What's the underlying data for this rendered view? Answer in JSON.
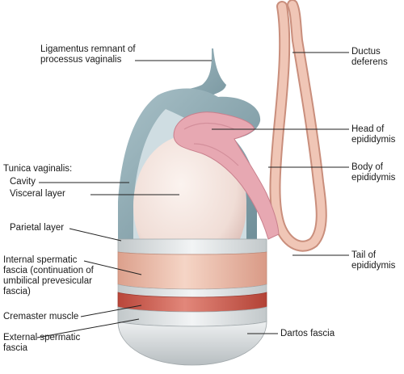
{
  "labels": {
    "ligamentus": [
      "Ligamentus remnant of",
      "processus vaginalis"
    ],
    "ductus": [
      "Ductus",
      "deferens"
    ],
    "head": [
      "Head of",
      "epididymis"
    ],
    "tunica_title": "Tunica vaginalis:",
    "cavity": "Cavity",
    "visceral": "Visceral layer",
    "parietal": "Parietal layer",
    "body": [
      "Body of",
      "epididymis"
    ],
    "internal": [
      "Internal spermatic",
      "fascia (continuation of",
      "umbilical prevesicular",
      "fascia)"
    ],
    "tail": [
      "Tail of",
      "epididymis"
    ],
    "cremaster": "Cremaster muscle",
    "external": [
      "External spermatic",
      "fascia"
    ],
    "dartos": "Dartos fascia"
  },
  "colors": {
    "testis": "#f3e4de",
    "epididymis": "#e7a8b2",
    "ductus": "#eab9a6",
    "tunica": "#8eaab3",
    "parietal": "#d6dbdd",
    "internal_fascia": "#efc1ae",
    "cremaster": "#d46a5a",
    "external_fascia": "#e8e3df",
    "dartos": "#dfe2e4"
  }
}
